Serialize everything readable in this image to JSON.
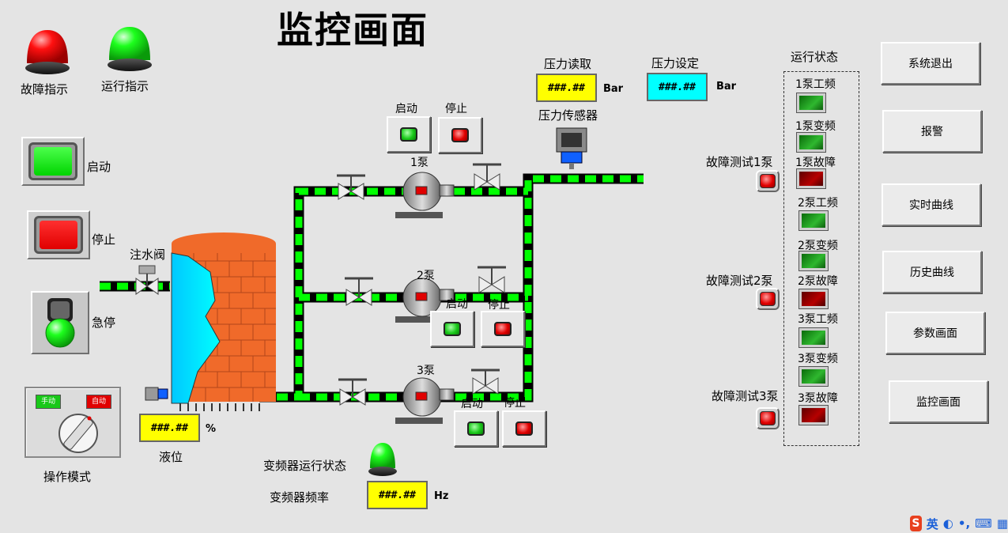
{
  "title": "监控画面",
  "lamps": {
    "fault_label": "故障指示",
    "run_label": "运行指示"
  },
  "main_buttons": {
    "start_label": "启动",
    "stop_label": "停止",
    "estop_label": "急停"
  },
  "mode": {
    "manual_label": "手动",
    "auto_label": "自动",
    "label": "操作模式"
  },
  "tank": {
    "valve_label": "注水阀",
    "level_value": "###.##",
    "level_unit": "%",
    "level_label": "液位"
  },
  "pressure": {
    "read_label": "压力读取",
    "read_value": "###.##",
    "read_unit": "Bar",
    "set_label": "压力设定",
    "set_value": "###.##",
    "set_unit": "Bar",
    "sensor_label": "压力传感器"
  },
  "pumps": [
    {
      "name": "1泵",
      "start_label": "启动",
      "stop_label": "停止"
    },
    {
      "name": "2泵",
      "start_label": "启动",
      "stop_label": "停止"
    },
    {
      "name": "3泵",
      "start_label": "启动",
      "stop_label": "停止"
    }
  ],
  "inverter": {
    "status_label": "变频器运行状态",
    "freq_label": "变频器频率",
    "freq_value": "###.##",
    "freq_unit": "Hz"
  },
  "fault_tests": [
    "故障测试1泵",
    "故障测试2泵",
    "故障测试3泵"
  ],
  "status_panel": {
    "title": "运行状态",
    "items": [
      {
        "label": "1泵工频",
        "color": "#1a9a1a"
      },
      {
        "label": "1泵变频",
        "color": "#1a9a1a"
      },
      {
        "label": "1泵故障",
        "color": "#9a0000"
      },
      {
        "label": "2泵工频",
        "color": "#1a9a1a"
      },
      {
        "label": "2泵变频",
        "color": "#1a9a1a"
      },
      {
        "label": "2泵故障",
        "color": "#9a0000"
      },
      {
        "label": "3泵工频",
        "color": "#1a9a1a"
      },
      {
        "label": "3泵变频",
        "color": "#1a9a1a"
      },
      {
        "label": "3泵故障",
        "color": "#9a0000"
      }
    ]
  },
  "nav": [
    "系统退出",
    "报警",
    "实时曲线",
    "历史曲线",
    "参数画面",
    "监控画面"
  ],
  "tray": {
    "ime_label": "英"
  },
  "colors": {
    "pipe": "#00ff00",
    "pipe_border": "#000000",
    "brick": "#f06a2a",
    "water": "#00f0ff",
    "display": "#ffff00",
    "setpoint": "#00ffff"
  }
}
